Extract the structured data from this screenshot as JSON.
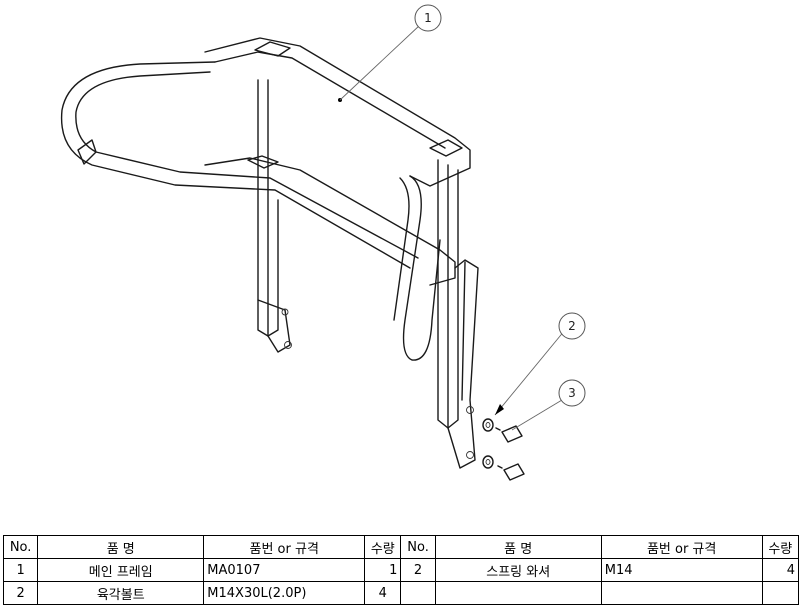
{
  "balloons": [
    {
      "label": "1"
    },
    {
      "label": "2"
    },
    {
      "label": "3"
    }
  ],
  "bom": {
    "headers": [
      "No.",
      "품    명",
      "품번 or 규격",
      "수량",
      "No.",
      "품    명",
      "품번 or 규격",
      "수량"
    ],
    "rows": [
      [
        "1",
        "메인 프레임",
        "MA0107",
        "1",
        "2",
        "스프링 와셔",
        "M14",
        "4"
      ],
      [
        "2",
        "육각볼트",
        "M14X30L(2.0P)",
        "4",
        "",
        "",
        "",
        ""
      ]
    ]
  }
}
